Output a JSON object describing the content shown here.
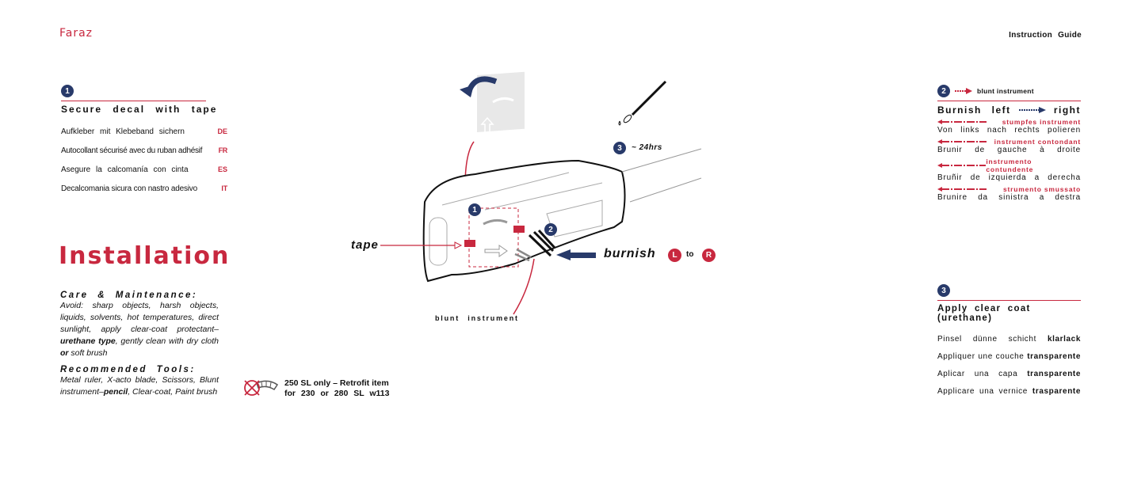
{
  "header": {
    "brand": "Faraz",
    "guide_title": "Instruction Guide"
  },
  "step1": {
    "number": "1",
    "title": "Secure decal with tape",
    "translations": [
      {
        "text": "Aufkleber mit Klebeband sichern",
        "code": "DE"
      },
      {
        "text": "Autocollant sécurisé avec du ruban adhésif",
        "code": "FR"
      },
      {
        "text": "Asegure la calcomanía con cinta",
        "code": "ES"
      },
      {
        "text": "Decalcomania sicura con nastro adesivo",
        "code": "IT"
      }
    ]
  },
  "installation": {
    "title": "Installation",
    "care_heading": "Care & Maintenance:",
    "care_text_1": "Avoid: sharp objects, harsh objects, liquids, solvents, hot temperatures, direct sunlight, apply clear-coat protectant–",
    "care_bold_1": "urethane type",
    "care_text_2": ", gently clean with dry cloth ",
    "care_bold_2": "or",
    "care_text_3": " soft brush",
    "tools_heading": "Recommended Tools:",
    "tools_text_1": "Metal ruler, X-acto blade, Scissors, Blunt instrument–",
    "tools_bold": "pencil",
    "tools_text_2": ", Clear-coat, Paint brush"
  },
  "retrofit": {
    "line1": "250 SL only – Retrofit item",
    "line2": "for 230 or 280 SL w113"
  },
  "diagram": {
    "tape_label": "tape",
    "burnish_label": "burnish",
    "blunt_label": "blunt instrument",
    "step1_marker": "1",
    "step2_marker": "2",
    "step3_marker": "3",
    "cure_time": "~ 24hrs",
    "l_label": "L",
    "to_label": "to",
    "r_label": "R"
  },
  "step2": {
    "number": "2",
    "subtitle": "blunt instrument",
    "title_left": "Burnish left",
    "title_right": "right",
    "rows": [
      {
        "tool": "stumpfes instrument",
        "text": "Von links nach rechts polieren"
      },
      {
        "tool": "instrument contondant",
        "text": "Brunir de gauche à droite"
      },
      {
        "tool": "instrumento contundente",
        "text": "Bruñir de izquierda a derecha"
      },
      {
        "tool": "strumento smussato",
        "text": "Brunire da sinistra a destra"
      }
    ]
  },
  "step3": {
    "number": "3",
    "title": "Apply clear coat (urethane)",
    "rows": [
      {
        "text": "Pinsel dünne schicht ",
        "bold": "klarlack"
      },
      {
        "text": "Appliquer une couche ",
        "bold": "transparente"
      },
      {
        "text": "Aplicar una capa ",
        "bold": "transparente"
      },
      {
        "text": "Applicare una vernice ",
        "bold": "trasparente"
      }
    ]
  },
  "colors": {
    "accent": "#c8283f",
    "navy": "#283a6a"
  }
}
